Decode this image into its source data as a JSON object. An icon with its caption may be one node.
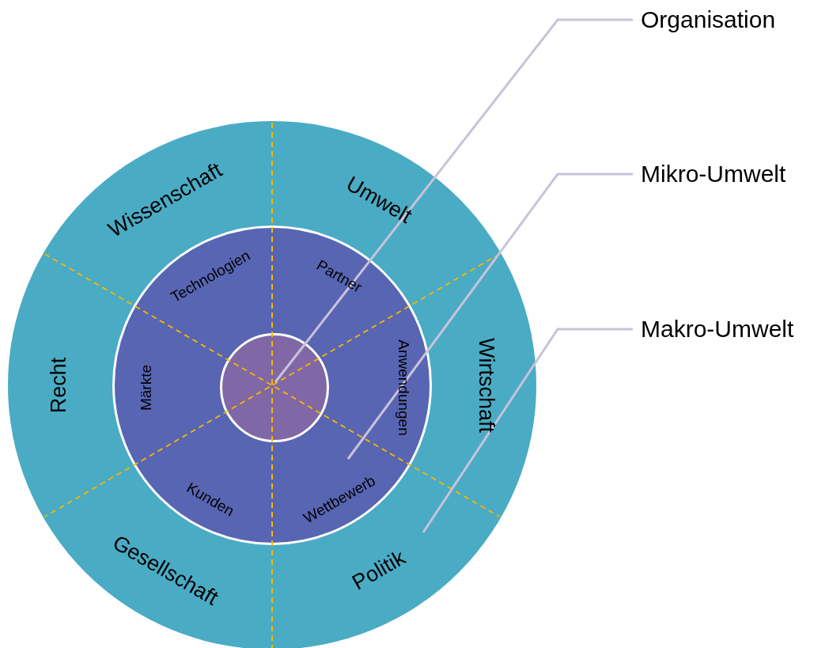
{
  "diagram": {
    "nodes": [
      {
        "text": [
          "Wissenschaft",
          "Umwelt",
          "Recht",
          "Wirtschaft",
          "Gesellschaft",
          "Politik"
        ]
      },
      {
        "text": [
          "Technologien",
          "Partner",
          "Märkte",
          "Anwendungen",
          "Kunden",
          "Wettbewerb"
        ],
        "in": 0
      },
      {
        "text": [],
        "shape": "circle",
        "in": 1
      },
      {
        "text": [
          "Organisation"
        ]
      },
      {
        "text": [
          "Mikro-Umwelt"
        ]
      },
      {
        "text": [
          "Makro-Umwelt"
        ]
      }
    ],
    "edges": [
      {
        "from": 3,
        "to": 2,
        "arrow": "none"
      },
      {
        "from": 4,
        "to": 1,
        "arrow": "none"
      },
      {
        "from": 5,
        "to": 0,
        "arrow": "none"
      }
    ]
  }
}
